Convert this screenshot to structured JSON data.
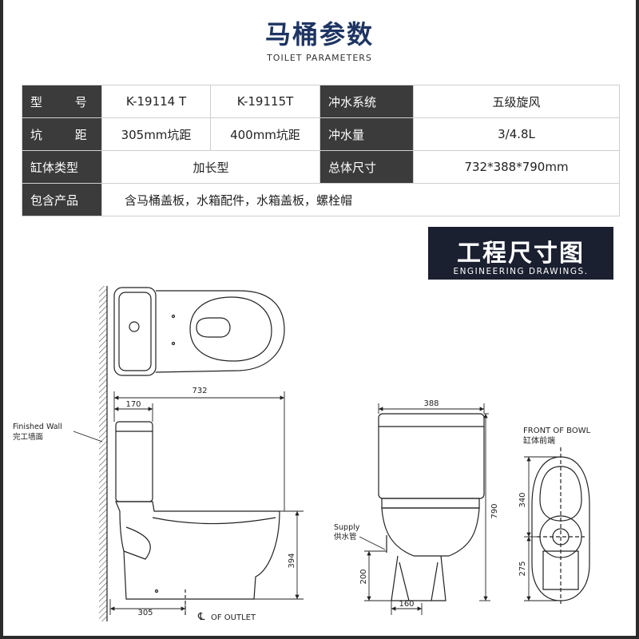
{
  "header": {
    "title": "马桶参数",
    "subtitle": "TOILET PARAMETERS"
  },
  "params": {
    "model_label": "型  号",
    "model_a": "K-19114 T",
    "model_b": "K-19115T",
    "flush_system_label": "冲水系统",
    "flush_system": "五级旋风",
    "pit_label": "坑  距",
    "pit_a": "305mm坑距",
    "pit_b": "400mm坑距",
    "flush_volume_label": "冲水量",
    "flush_volume": "3/4.8L",
    "bowl_type_label": "缸体类型",
    "bowl_type": "加长型",
    "overall_size_label": "总体尺寸",
    "overall_size": "732*388*790mm",
    "includes_label": "包含产品",
    "includes": "含马桶盖板，水箱配件，水箱盖板，螺栓帽"
  },
  "drawings": {
    "title": "工程尺寸图",
    "subtitle": "ENGINEERING DRAWINGS.",
    "finished_wall_en": "Finished Wall",
    "finished_wall_cn": "完工墙面",
    "dim_170": "170",
    "dim_732": "732",
    "dim_394": "394",
    "dim_305": "305",
    "outlet_symbol": "℄",
    "outlet": "OF OUTLET",
    "dim_388": "388",
    "dim_790": "790",
    "supply_en": "Supply",
    "supply_cn": "供水管",
    "dim_200": "200",
    "dim_160": "160",
    "front_bowl_en": "FRONT OF BOWL",
    "front_bowl_cn": "缸体前端",
    "dim_340": "340",
    "dim_275": "275"
  }
}
